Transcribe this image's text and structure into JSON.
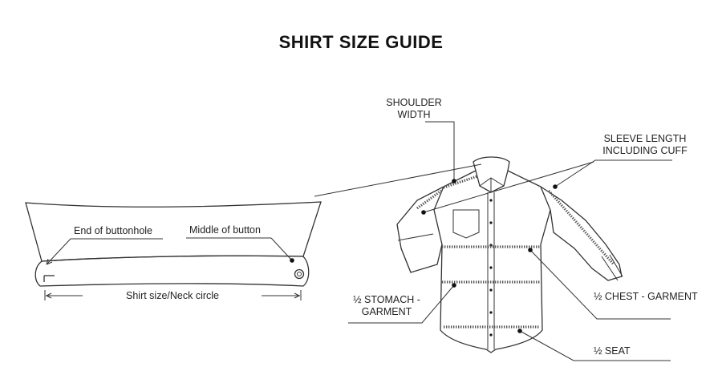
{
  "title": "SHIRT SIZE GUIDE",
  "collar": {
    "end_of_buttonhole": "End of buttonhole",
    "middle_of_button": "Middle of button",
    "neck_circle": "Shirt size/Neck circle"
  },
  "shirt": {
    "shoulder_width": [
      "SHOULDER",
      "WIDTH"
    ],
    "sleeve_length": [
      "SLEEVE LENGTH",
      "INCLUDING CUFF"
    ],
    "half_stomach": [
      "½ STOMACH -",
      "GARMENT"
    ],
    "half_chest": "½ CHEST - GARMENT",
    "half_seat": "½ SEAT"
  }
}
